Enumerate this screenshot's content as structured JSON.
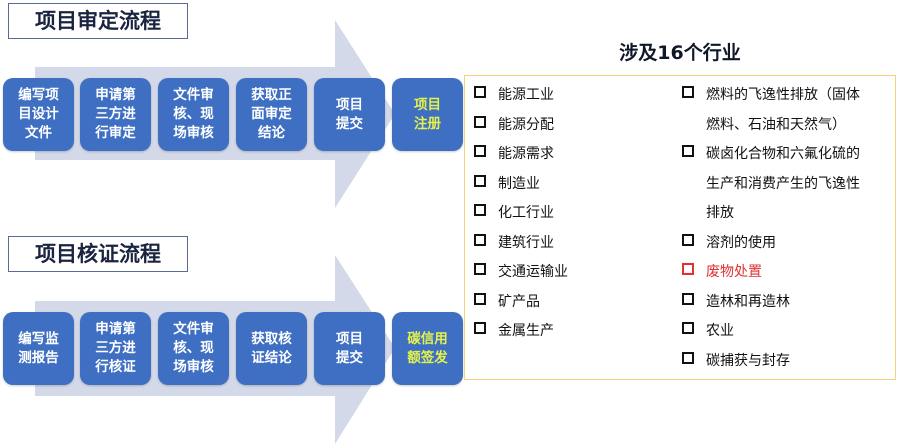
{
  "approval": {
    "title": "项目审定流程",
    "steps": [
      "编写项\n目设计\n文件",
      "申请第\n三方进\n行审定",
      "文件审\n核、现\n场审核",
      "获取正\n面审定\n结论",
      "项目\n提交",
      "项目\n注册"
    ]
  },
  "verification": {
    "title": "项目核证流程",
    "steps": [
      "编写监\n测报告",
      "申请第\n三方进\n行核证",
      "文件审\n核、现\n场审核",
      "获取核\n证结论",
      "项目\n提交",
      "碳信用\n额签发"
    ]
  },
  "industries": {
    "title": "涉及16个行业",
    "left": [
      "能源工业",
      "能源分配",
      "能源需求",
      "制造业",
      "化工行业",
      "建筑行业",
      "交通运输业",
      "矿产品",
      "金属生产"
    ],
    "right": [
      {
        "text": "燃料的飞逸性排放（固体",
        "bullet": true
      },
      {
        "text": "燃料、石油和天然气）",
        "bullet": false
      },
      {
        "text": "碳卤化合物和六氟化硫的",
        "bullet": true
      },
      {
        "text": "生产和消费产生的飞逸性",
        "bullet": false
      },
      {
        "text": "排放",
        "bullet": false
      },
      {
        "text": "溶剂的使用",
        "bullet": true
      },
      {
        "text": "废物处置",
        "bullet": true,
        "highlight": true
      },
      {
        "text": "造林和再造林",
        "bullet": true
      },
      {
        "text": "农业",
        "bullet": true
      },
      {
        "text": "碳捕获与封存",
        "bullet": true
      }
    ],
    "highlight_color": "#e03030"
  }
}
